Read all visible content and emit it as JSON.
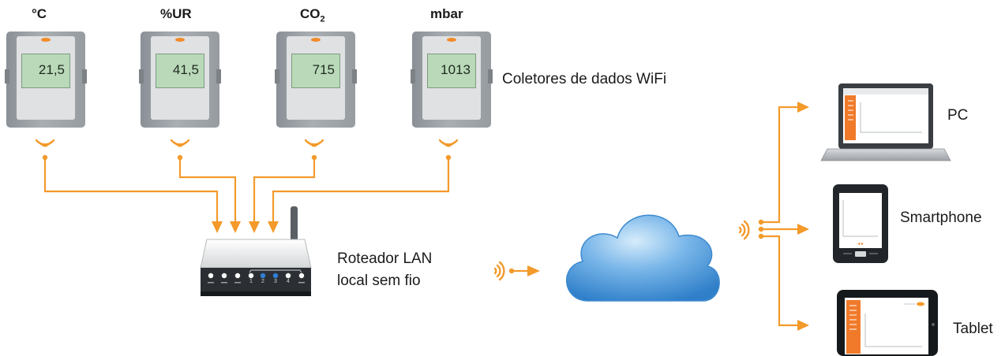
{
  "loggers": [
    {
      "unit": "°C",
      "value": "21,5"
    },
    {
      "unit": "%UR",
      "value": "41,5"
    },
    {
      "unit": "CO",
      "unit_sub": "2",
      "value": "715"
    },
    {
      "unit": "mbar",
      "value": "1013"
    }
  ],
  "labels": {
    "loggers": "Coletores de dados WiFi",
    "router_line1": "Roteador LAN",
    "router_line2": "local sem fio",
    "pc": "PC",
    "smartphone": "Smartphone",
    "tablet": "Tablet"
  },
  "router_ports": [
    "1",
    "2",
    "3",
    "4"
  ],
  "colors": {
    "arrow": "#f39a2b",
    "cloud": "#3d8fd6",
    "device": "#8f959a"
  }
}
